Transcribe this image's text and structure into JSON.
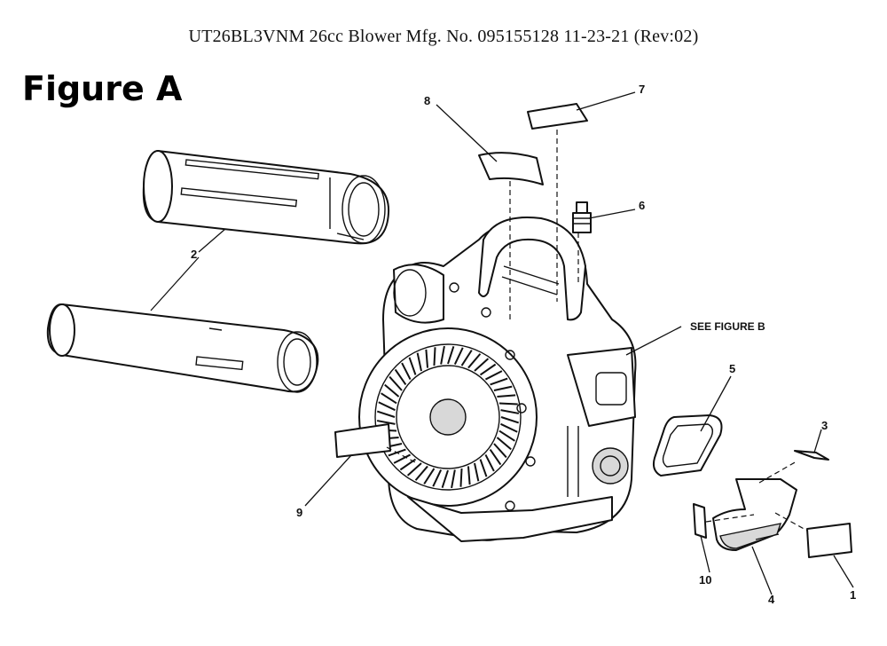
{
  "document": {
    "title": "UT26BL3VNM 26cc Blower Mfg. No. 095155128 11-23-21 (Rev:02)",
    "figure_label": "Figure A"
  },
  "diagram": {
    "callouts": [
      "1",
      "2",
      "3",
      "4",
      "5",
      "6",
      "7",
      "8",
      "9",
      "10"
    ],
    "cross_reference": "SEE FIGURE B"
  }
}
